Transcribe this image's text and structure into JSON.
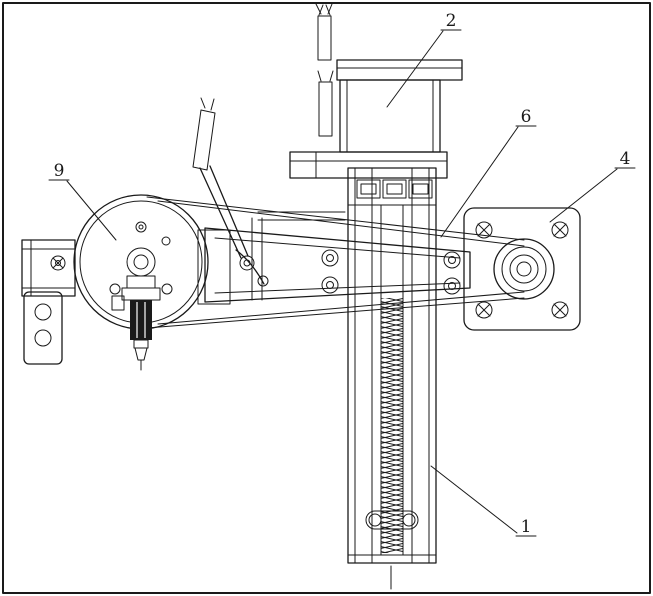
{
  "figure": {
    "background_color": "#ffffff",
    "line_color": "#1a1a1a",
    "callouts": [
      {
        "id": "part-1",
        "text": "1"
      },
      {
        "id": "part-2",
        "text": "2"
      },
      {
        "id": "part-4",
        "text": "4"
      },
      {
        "id": "part-6",
        "text": "6"
      },
      {
        "id": "part-9",
        "text": "9"
      }
    ]
  }
}
